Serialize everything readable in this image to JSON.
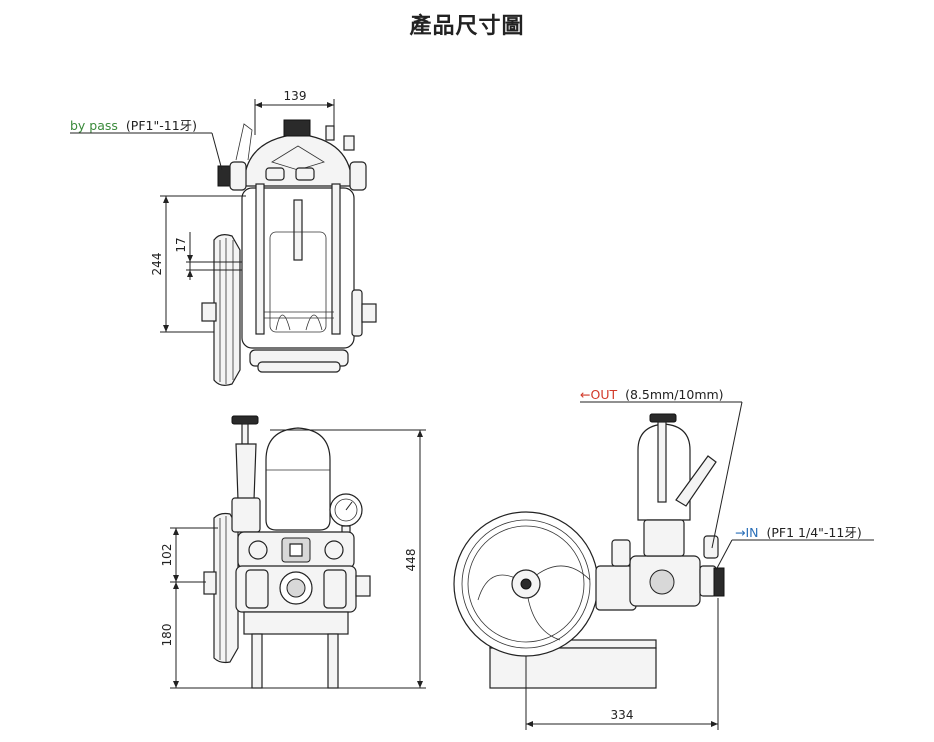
{
  "page_title": "產品尺寸圖",
  "dimensions": {
    "top_width": "139",
    "top_height": "244",
    "top_groove": "17",
    "front_upper": "102",
    "front_lower": "180",
    "front_total": "448",
    "side_length": "334"
  },
  "labels": {
    "bypass_name": "by pass",
    "bypass_spec": "(PF1\"-11牙)",
    "out_name": "←OUT",
    "out_spec": "(8.5mm/10mm)",
    "in_name": "→IN",
    "in_spec": "(PF1 1/4\"-11牙)"
  },
  "colors": {
    "bypass": "#3a8a3a",
    "out": "#d23a2a",
    "in": "#2a6fb8"
  }
}
